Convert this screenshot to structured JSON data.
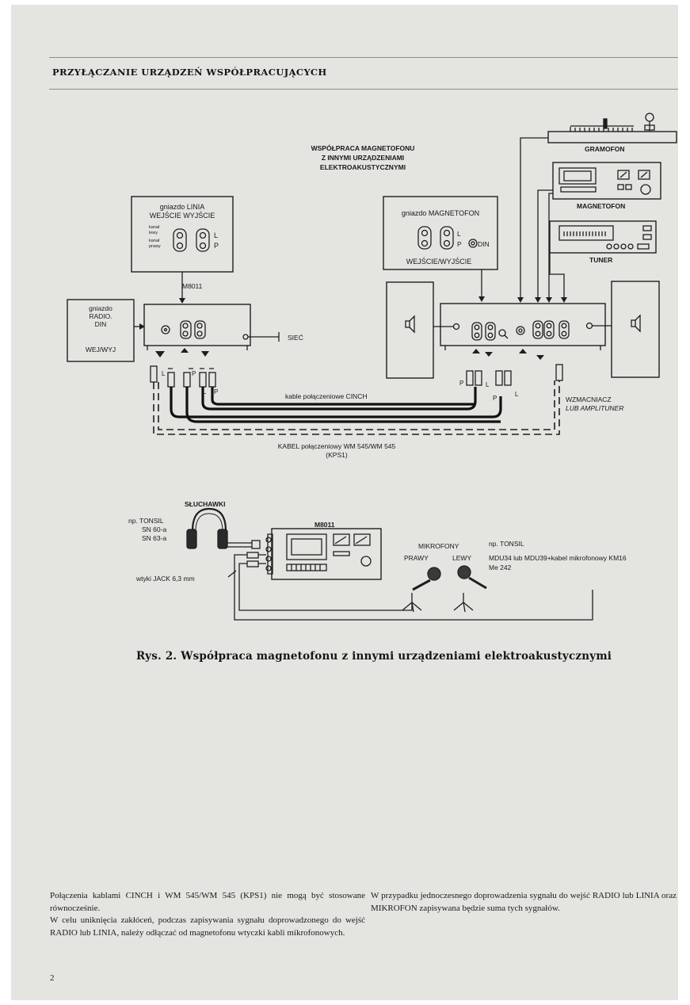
{
  "header": {
    "section_title": "PRZYŁĄCZANIE URZĄDZEŃ WSPÓŁPRACUJĄCYCH"
  },
  "diagram_top": {
    "title_lines": [
      "WSPÓŁPRACA MAGNETOFONU",
      "Z INNYMI URZĄDZENIAMI",
      "ELEKTROAKUSTYCZNYMI"
    ],
    "linia_box": {
      "line1": "gniazdo LINIA",
      "line2": "WEJŚCIE WYJŚCIE",
      "ch_left": [
        "kanał",
        "lewy"
      ],
      "ch_right": [
        "kanał",
        "prawy"
      ],
      "L": "L",
      "P": "P"
    },
    "radio_box": {
      "line1": "gniazdo",
      "line2": "RADIO.",
      "line3": "DIN",
      "line4": "WEJ/WYJ"
    },
    "m8011": "M8011",
    "siec": "SIEĆ",
    "magnetofon_box": {
      "line1": "gniazdo MAGNETOFON",
      "L": "L",
      "P": "P",
      "din": "DIN",
      "line2": "WEJŚCIE/WYJŚCIE"
    },
    "gramofon": "GRAMOFON",
    "magnetofon": "MAGNETOFON",
    "tuner": "TUNER",
    "cinch_label": "kable połączeniowe CINCH",
    "amplifier": [
      "WZMACNIACZ",
      "LUB AMPLITUNER"
    ],
    "kabel": [
      "KABEL połączeniowy WM 545/WM 545",
      "(KPS1)"
    ],
    "plug_L": "L",
    "plug_P": "P"
  },
  "diagram_bottom": {
    "sluchawki": "SŁUCHAWKI",
    "tonsil_left": [
      "np. TONSIL",
      "SN 60-a",
      "SN 63-a"
    ],
    "m8011": "M8011",
    "jack": "wtyki JACK 6,3 mm",
    "mikrofony": "MIKROFONY",
    "prawy": "PRAWY",
    "lewy": "LEWY",
    "tonsil_right": [
      "np. TONSIL",
      "MDU34   lub   MDU39+kabel   mikrofonowy  KM16",
      "Me 242"
    ]
  },
  "caption": "Rys. 2. Współpraca magnetofonu z innymi urządzeniami elektroakustycznymi",
  "body_left": [
    "Połączenia kablami CINCH i WM 545/WM 545 (KPS1) nie mogą być stosowane równocześnie.",
    "W celu uniknięcia zakłóceń, podczas zapisywania sygnału doprowadzonego do wejść RADIO lub LINIA, należy odłączać od magnetofonu wtyczki kabli mikrofonowych."
  ],
  "body_right": [
    "W przypadku jednoczesnego doprowadzenia sygnału do wejść RADIO lub LINIA oraz MIKROFON zapisywana będzie suma tych sygnałów."
  ],
  "page_number": "2"
}
